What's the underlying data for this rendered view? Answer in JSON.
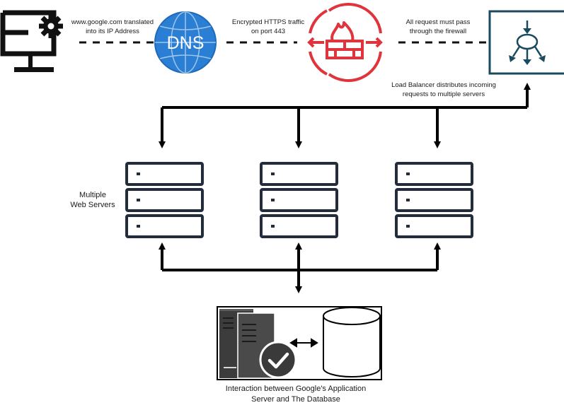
{
  "nodes": {
    "client": {
      "icon": "computer-gear-icon"
    },
    "dns": {
      "label": "DNS",
      "icon": "dns-globe-icon",
      "color": "#2a7fd4"
    },
    "firewall": {
      "icon": "firewall-icon",
      "color": "#e0343c"
    },
    "load_balancer": {
      "icon": "load-balancer-icon",
      "color": "#1a4a5e"
    },
    "web_servers": {
      "label_lines": [
        "Multiple",
        "Web Servers"
      ],
      "count": 3,
      "icon": "server-rack-icon"
    },
    "app_db": {
      "icon": "app-server-database-icon",
      "caption_lines": [
        "Interaction between Google's Application",
        "Server and The Database"
      ]
    }
  },
  "edge_labels": {
    "dns_lookup": [
      "www.google.com translated",
      "into its IP Address"
    ],
    "https": [
      "Encrypted HTTPS traffic",
      "on port 443"
    ],
    "firewall_pass": [
      "All request must pass",
      "through the firewall"
    ],
    "load_balance": [
      "Load Balancer distributes incoming",
      "requests to multiple servers"
    ]
  }
}
